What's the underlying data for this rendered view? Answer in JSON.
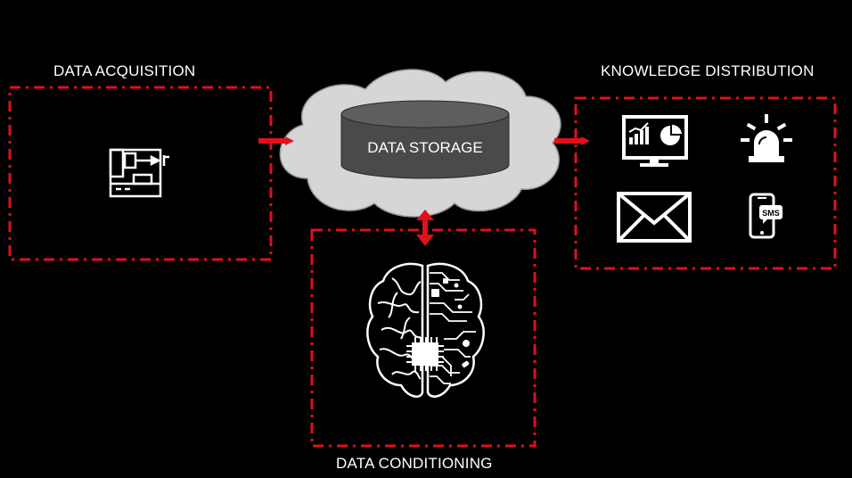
{
  "labels": {
    "acquisition": "DATA ACQUISITION",
    "storage": "DATA STORAGE",
    "distribution": "KNOWLEDGE DISTRIBUTION",
    "conditioning": "DATA CONDITIONING",
    "sms_badge": "SMS"
  },
  "colors": {
    "background": "#000000",
    "accent": "#e1101b",
    "cloud": "#d6d6d6",
    "cylinder": "#4a4a4a",
    "icon": "#ffffff"
  },
  "icons": {
    "acquisition": "cnc-machine-icon",
    "storage": "database-cylinder-icon",
    "distribution": [
      "dashboard-monitor-icon",
      "alarm-siren-icon",
      "email-envelope-icon",
      "sms-phone-icon"
    ],
    "conditioning": "brain-circuit-icon"
  }
}
